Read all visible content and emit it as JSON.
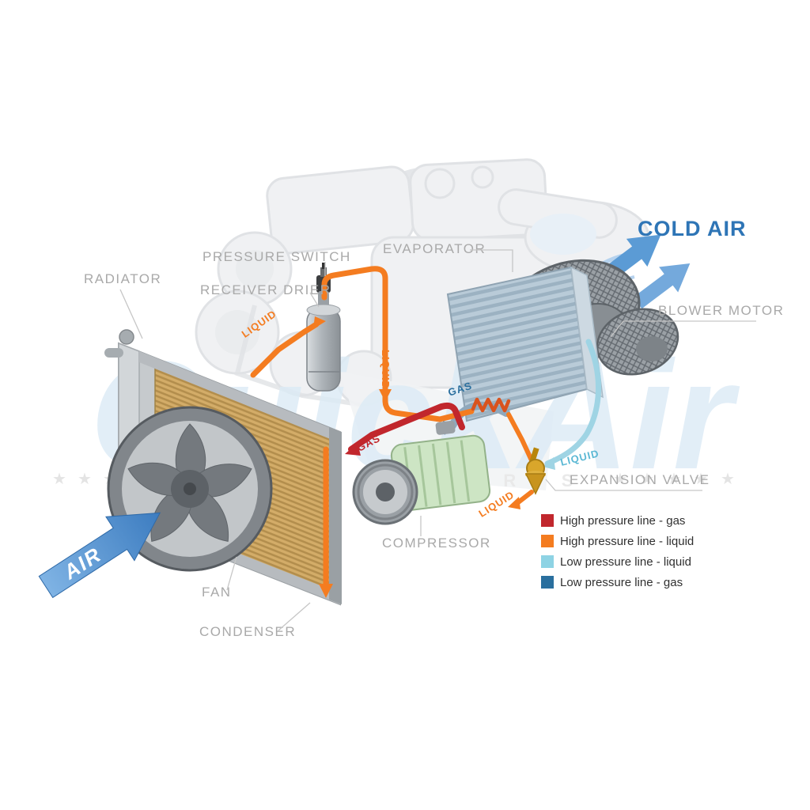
{
  "diagram": {
    "watermark": {
      "brand": "QuickAir",
      "subtext": "AUTOPARTS",
      "star": "★"
    },
    "flow": {
      "cold_air": "COLD AIR",
      "air": "AIR"
    },
    "components": {
      "radiator": "RADIATOR",
      "pressure_switch": "PRESSURE SWITCH",
      "receiver_drier": "RECEIVER DRIER",
      "evaporator": "EVAPORATOR",
      "blower_motor": "BLOWER MOTOR",
      "expansion_valve": "EXPANSION VALVE",
      "compressor": "COMPRESSOR",
      "fan": "FAN",
      "condenser": "CONDENSER"
    },
    "pipe_labels": {
      "condenser_to_drier": "LIQUID",
      "drier_down_vertical": "LIQUID",
      "valve_outlet": "LIQUID",
      "evaporator_inlet": "LIQUID",
      "compressor_discharge": "GAS",
      "evaporator_outlet": "GAS"
    },
    "legend": {
      "items": [
        {
          "label": "High pressure line - gas",
          "color": "#c1272d"
        },
        {
          "label": "High pressure line - liquid",
          "color": "#f47c20"
        },
        {
          "label": "Low pressure line - liquid",
          "color": "#8ed3e4"
        },
        {
          "label": "Low pressure line -  gas",
          "color": "#2a6f9e"
        }
      ]
    },
    "colors": {
      "high_gas": "#c1272d",
      "high_liquid": "#f47c20",
      "low_liquid": "#9fd4e4",
      "low_gas": "#2a6f9e",
      "cold_air_text": "#2e75b6",
      "label_gray": "#a9a9a9"
    }
  }
}
